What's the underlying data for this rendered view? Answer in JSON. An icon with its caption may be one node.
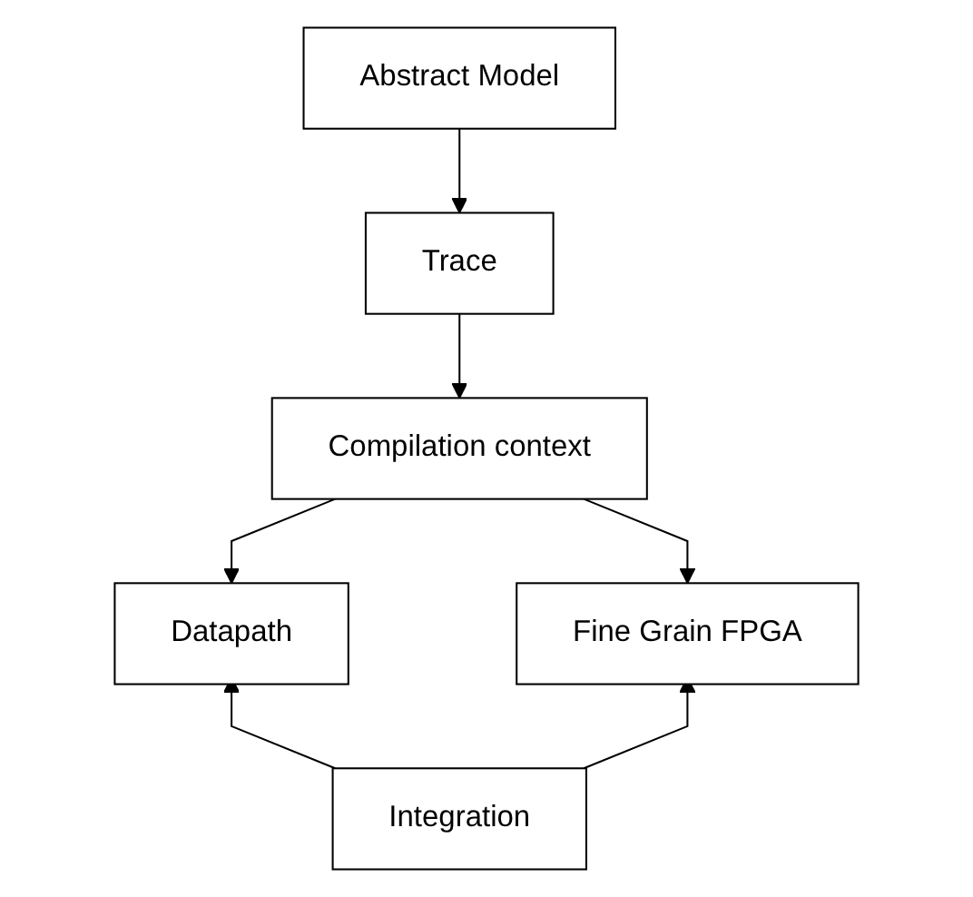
{
  "diagram": {
    "nodes": [
      {
        "text": [
          "Abstract Model"
        ]
      },
      {
        "text": [
          "Trace"
        ]
      },
      {
        "text": [
          "Compilation context"
        ]
      },
      {
        "text": [
          "Datapath"
        ]
      },
      {
        "text": [
          "Fine Grain FPGA"
        ]
      },
      {
        "text": [
          "Integration"
        ]
      }
    ],
    "edges": [
      {
        "from": 0,
        "to": 1,
        "arrow": "to"
      },
      {
        "from": 1,
        "to": 2,
        "arrow": "to"
      },
      {
        "from": 2,
        "to": 3,
        "arrow": "to"
      },
      {
        "from": 2,
        "to": 4,
        "arrow": "to"
      },
      {
        "from": 5,
        "to": 3,
        "arrow": "to"
      },
      {
        "from": 5,
        "to": 4,
        "arrow": "to"
      }
    ]
  }
}
